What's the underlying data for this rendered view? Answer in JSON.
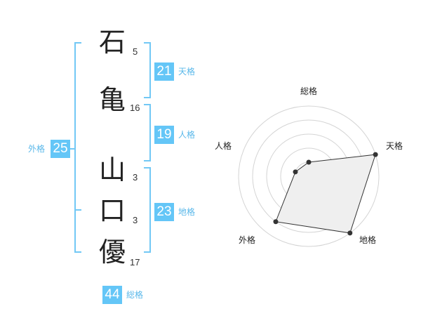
{
  "name": {
    "characters": [
      {
        "char": "石",
        "strokes": "5"
      },
      {
        "char": "亀",
        "strokes": "16"
      },
      {
        "char": "山",
        "strokes": "3"
      },
      {
        "char": "口",
        "strokes": "3"
      },
      {
        "char": "優",
        "strokes": "17"
      }
    ]
  },
  "fortune": {
    "tenkaku": {
      "value": "21",
      "label": "天格"
    },
    "jinkaku": {
      "value": "19",
      "label": "人格"
    },
    "chikaku": {
      "value": "23",
      "label": "地格"
    },
    "gaikaku": {
      "value": "25",
      "label": "外格"
    },
    "soukaku": {
      "value": "44",
      "label": "総格"
    }
  },
  "colors": {
    "accent": "#64c6f7",
    "bracket": "#72c8f5",
    "label": "#5ab8ea",
    "text": "#222222"
  },
  "radar": {
    "axes": [
      "総格",
      "天格",
      "地格",
      "外格",
      "人格"
    ],
    "levels": 5,
    "values": [
      1,
      5,
      5,
      4,
      1
    ]
  }
}
